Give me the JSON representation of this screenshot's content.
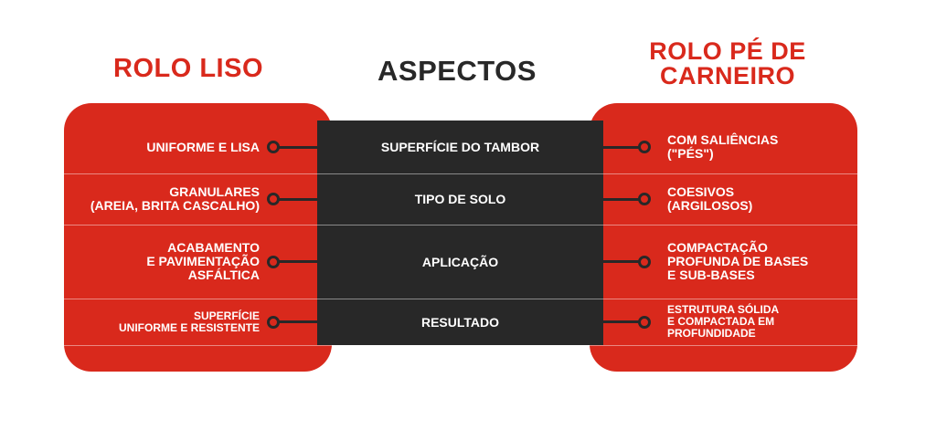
{
  "titles": {
    "left": "ROLO LISO",
    "center": "ASPECTOS",
    "right_line1": "ROLO PÉ DE",
    "right_line2": "CARNEIRO"
  },
  "colors": {
    "red": "#d9291c",
    "dark": "#282828"
  },
  "rows": [
    {
      "aspect": "SUPERFÍCIE DO TAMBOR",
      "left": [
        "UNIFORME E LISA"
      ],
      "right": [
        "COM SALIÊNCIAS",
        "(\"PÉS\")"
      ]
    },
    {
      "aspect": "TIPO DE SOLO",
      "left": [
        "GRANULARES",
        "(AREIA, BRITA CASCALHO)"
      ],
      "right": [
        "COESIVOS",
        "(ARGILOSOS)"
      ]
    },
    {
      "aspect": "APLICAÇÃO",
      "left": [
        "ACABAMENTO",
        "E PAVIMENTAÇÃO",
        "ASFÁLTICA"
      ],
      "right": [
        "COMPACTAÇÃO",
        "PROFUNDA DE BASES",
        "E SUB-BASES"
      ]
    },
    {
      "aspect": "RESULTADO",
      "left": [
        "SUPERFÍCIE",
        "UNIFORME E RESISTENTE"
      ],
      "right": [
        "ESTRUTURA SÓLIDA",
        "E COMPACTADA EM",
        "PROFUNDIDADE"
      ]
    }
  ]
}
